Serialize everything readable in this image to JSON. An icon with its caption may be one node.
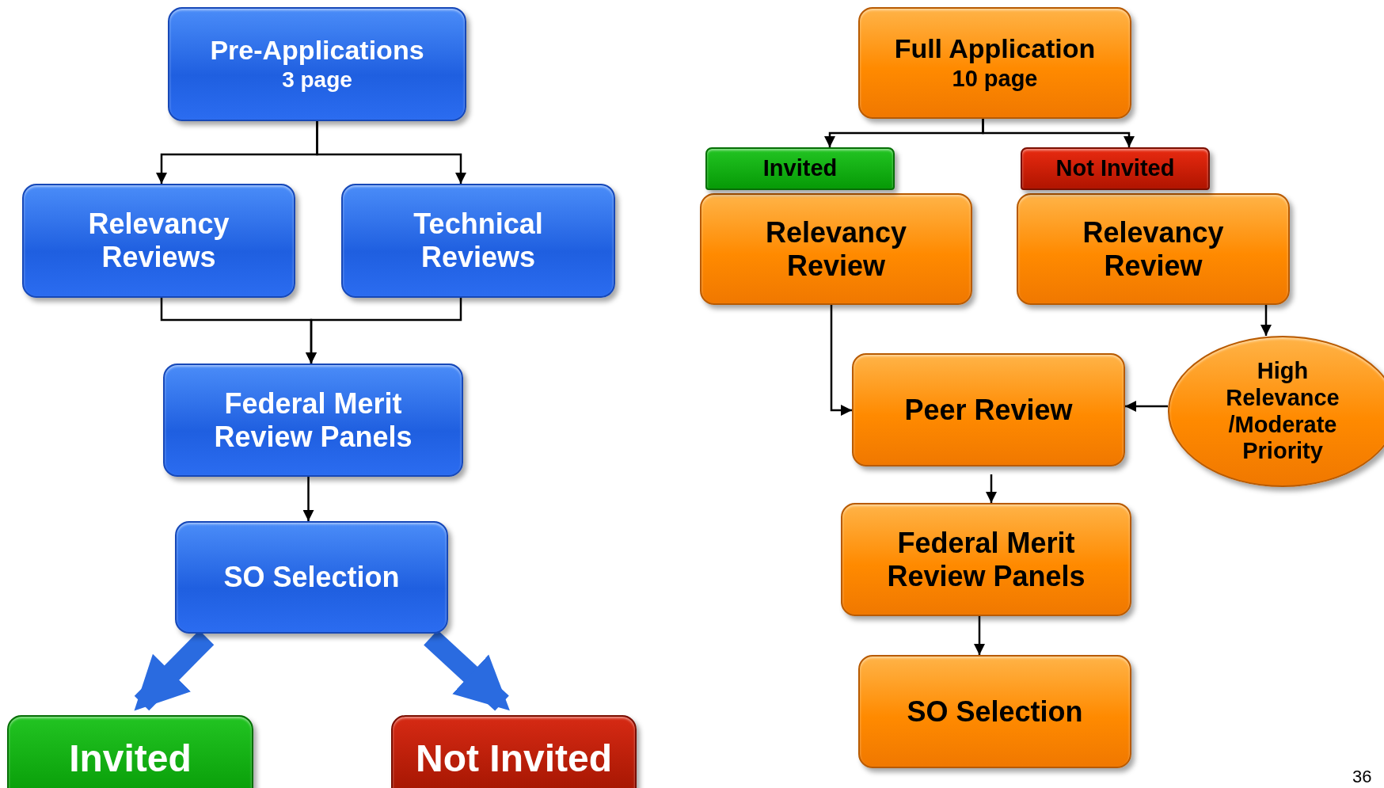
{
  "diagram": {
    "nodes": [
      {
        "text": [
          "Pre-Applications",
          "3 page"
        ]
      },
      {
        "text": [
          "Relevancy Reviews"
        ]
      },
      {
        "text": [
          "Technical Reviews"
        ]
      },
      {
        "text": [
          "Federal Merit Review Panels"
        ]
      },
      {
        "text": [
          "SO Selection"
        ]
      },
      {
        "text": [
          "Invited"
        ]
      },
      {
        "text": [
          "Not Invited"
        ]
      },
      {
        "text": [
          "Full Application",
          "10 page"
        ]
      },
      {
        "text": [
          "Invited"
        ]
      },
      {
        "text": [
          "Relevancy Review"
        ]
      },
      {
        "text": [
          "Not Invited"
        ]
      },
      {
        "text": [
          "Relevancy Review"
        ]
      },
      {
        "text": [
          "High Relevance /Moderate Priority"
        ]
      },
      {
        "text": [
          "Peer Review"
        ]
      },
      {
        "text": [
          "Federal Merit Review Panels"
        ]
      },
      {
        "text": [
          "SO Selection"
        ]
      }
    ],
    "edges": [
      {
        "from": 0,
        "to": 1,
        "arrow": "to"
      },
      {
        "from": 0,
        "to": 2,
        "arrow": "to"
      },
      {
        "from": 1,
        "to": 3,
        "arrow": "to"
      },
      {
        "from": 2,
        "to": 3,
        "arrow": "to"
      },
      {
        "from": 3,
        "to": 4,
        "arrow": "to"
      },
      {
        "from": 4,
        "to": 5,
        "arrow": "to",
        "style": "thick",
        "color": "#2a6be0"
      },
      {
        "from": 4,
        "to": 6,
        "arrow": "to",
        "style": "thick",
        "color": "#2a6be0"
      },
      {
        "from": 7,
        "to": 8,
        "arrow": "to"
      },
      {
        "from": 7,
        "to": 10,
        "arrow": "to"
      },
      {
        "from": 9,
        "to": 13,
        "arrow": "to"
      },
      {
        "from": 11,
        "to": 12,
        "arrow": "to"
      },
      {
        "from": 12,
        "to": 13,
        "arrow": "to"
      },
      {
        "from": 13,
        "to": 14,
        "arrow": "to"
      },
      {
        "from": 14,
        "to": 15,
        "arrow": "to"
      }
    ],
    "labels": [
      "36"
    ]
  }
}
